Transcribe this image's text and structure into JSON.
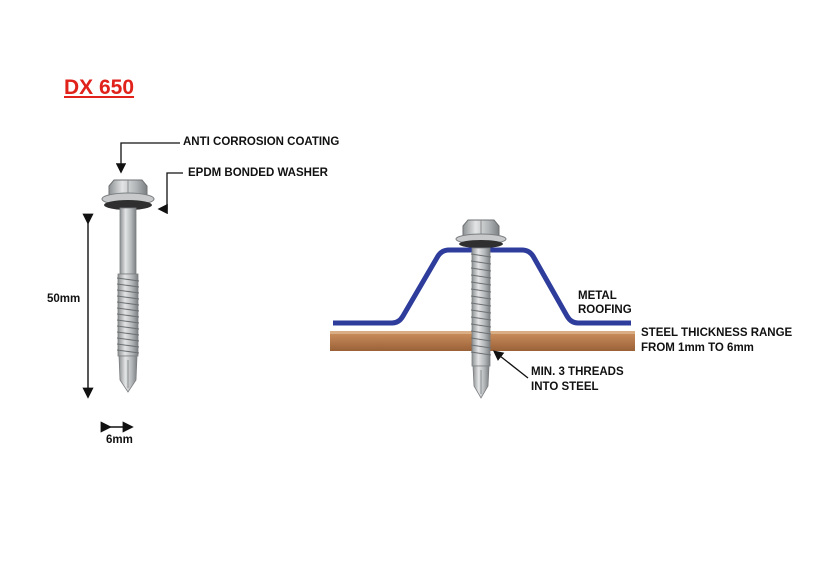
{
  "title": "DX 650",
  "labels": {
    "coating": "ANTI CORROSION COATING",
    "washer": "EPDM BONDED WASHER",
    "length": "50mm",
    "diameter": "6mm",
    "roofing_line1": "METAL",
    "roofing_line2": "ROOFING",
    "steel_line1": "STEEL THICKNESS RANGE",
    "steel_line2": "FROM 1mm TO 6mm",
    "threads_line1": "MIN. 3 THREADS",
    "threads_line2": "INTO STEEL"
  },
  "colors": {
    "title": "#e0221b",
    "roofing": "#2e3d9c",
    "steel_top": "#c78b5a",
    "steel_bottom": "#9a6138",
    "screw": "#b9bcbe",
    "washer": "#3a3a3a"
  }
}
